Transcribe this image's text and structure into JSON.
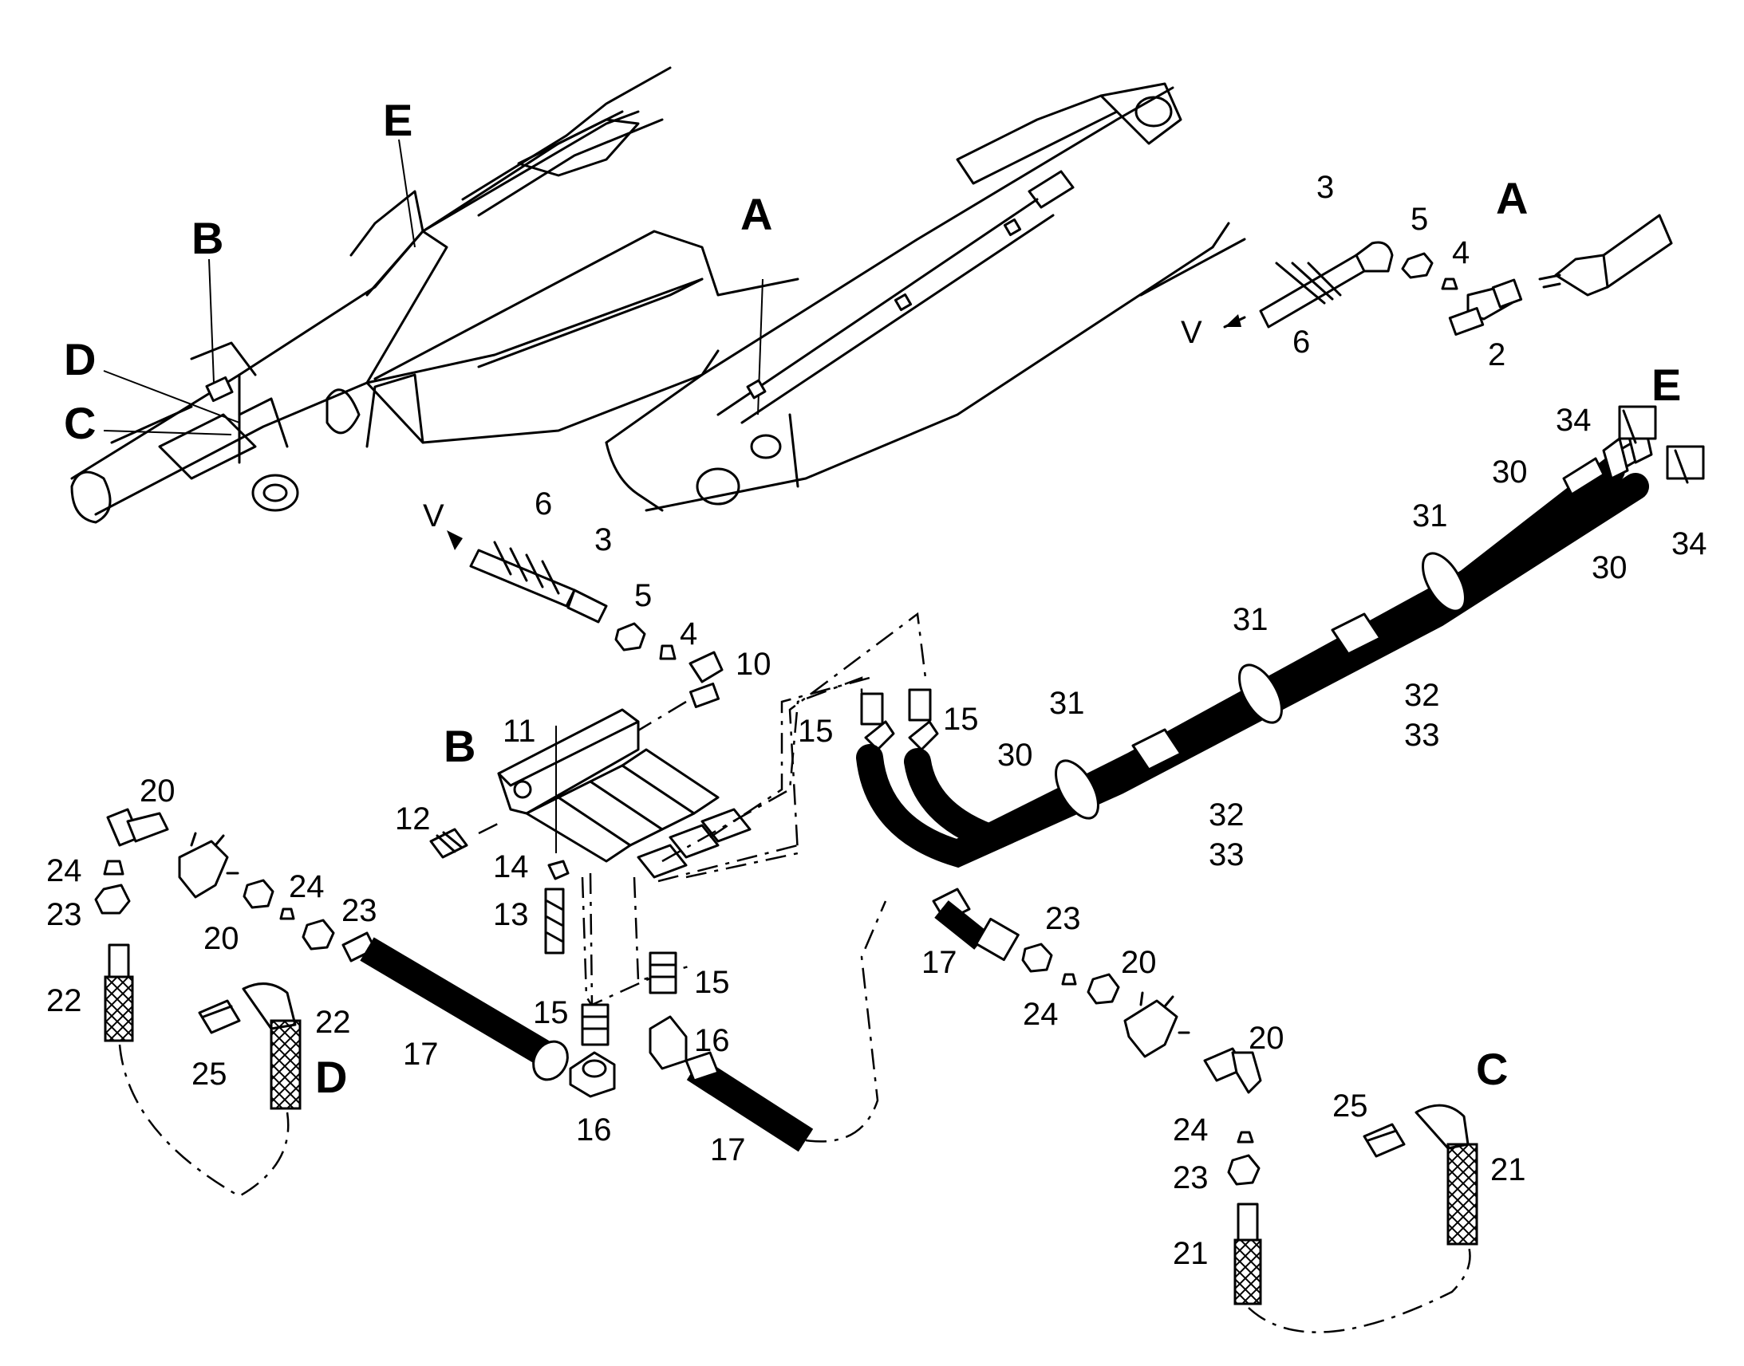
{
  "views": {
    "A": "A",
    "B": "B",
    "C": "C",
    "D": "D",
    "E": "E"
  },
  "direction_marker": "V",
  "callouts": {
    "p2": "2",
    "p3": "3",
    "p4": "4",
    "p5": "5",
    "p6": "6",
    "p10": "10",
    "p11": "11",
    "p12": "12",
    "p13": "13",
    "p14": "14",
    "p15": "15",
    "p16": "16",
    "p17": "17",
    "p20": "20",
    "p21": "21",
    "p22": "22",
    "p23": "23",
    "p24": "24",
    "p25": "25",
    "p30": "30",
    "p31": "31",
    "p32": "32",
    "p33": "33",
    "p34": "34"
  }
}
